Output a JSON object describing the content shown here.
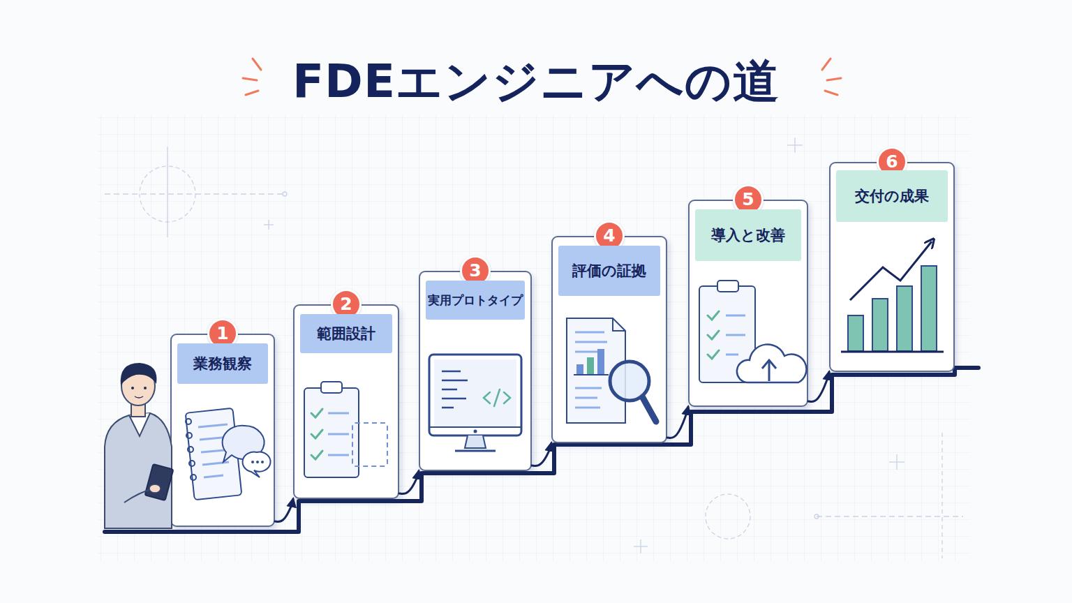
{
  "diagram": {
    "title": "FDEエンジニアへの道",
    "nodes": [
      {
        "text": [
          "1",
          "業務観察"
        ]
      },
      {
        "text": [
          "2",
          "範囲設計"
        ]
      },
      {
        "text": [
          "3",
          "実用プロトタイプ"
        ]
      },
      {
        "text": [
          "4",
          "評価の証拠"
        ]
      },
      {
        "text": [
          "5",
          "導入と改善"
        ]
      },
      {
        "text": [
          "6",
          "交付の成果"
        ]
      }
    ],
    "edges": [
      {
        "from": 0,
        "to": 1,
        "arrow": "to"
      },
      {
        "from": 1,
        "to": 2,
        "arrow": "to"
      },
      {
        "from": 2,
        "to": 3,
        "arrow": "to"
      },
      {
        "from": 3,
        "to": 4,
        "arrow": "to"
      },
      {
        "from": 4,
        "to": 5,
        "arrow": "to"
      }
    ]
  }
}
